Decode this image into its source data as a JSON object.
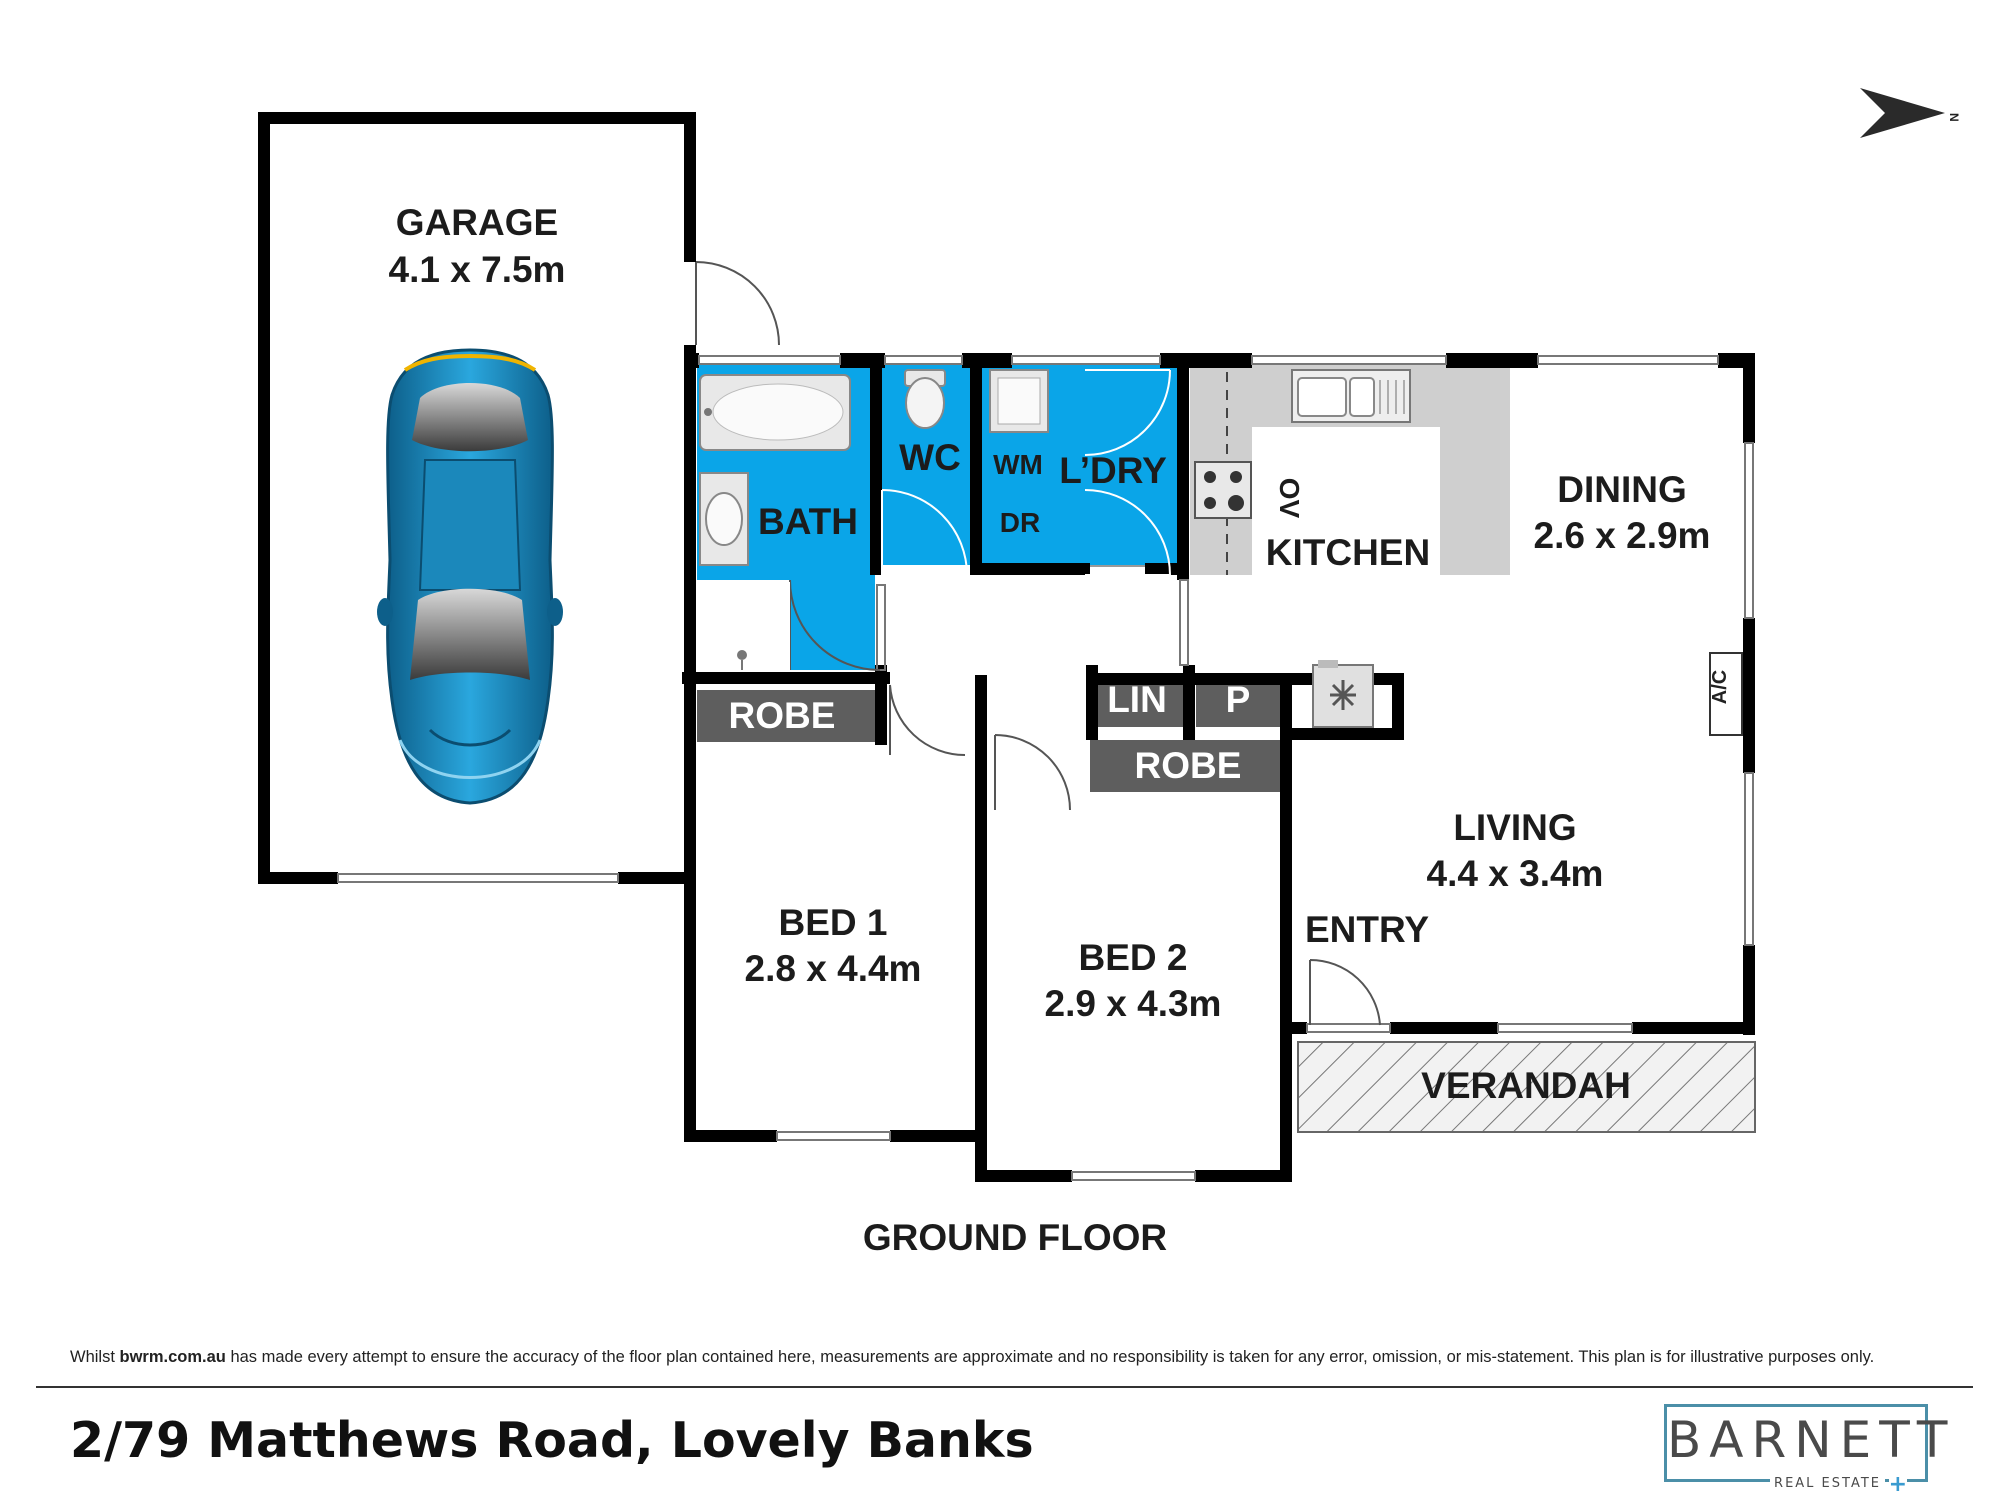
{
  "rooms": {
    "garage": {
      "name": "GARAGE",
      "size": "4.1 x 7.5m"
    },
    "bath": {
      "name": "BATH"
    },
    "wc": {
      "name": "WC"
    },
    "wm": {
      "name": "WM"
    },
    "dr": {
      "name": "DR"
    },
    "laundry": {
      "name": "L’DRY"
    },
    "kitchen": {
      "name": "KITCHEN"
    },
    "oven": {
      "name": "OV"
    },
    "dining": {
      "name": "DINING",
      "size": "2.6 x 2.9m"
    },
    "robe1": {
      "name": "ROBE"
    },
    "robe2": {
      "name": "ROBE"
    },
    "linen": {
      "name": "LIN"
    },
    "pantry": {
      "name": "P"
    },
    "ac": {
      "name": "A/C"
    },
    "living": {
      "name": "LIVING",
      "size": "4.4 x 3.4m"
    },
    "entry": {
      "name": "ENTRY"
    },
    "bed1": {
      "name": "BED 1",
      "size": "2.8 x 4.4m"
    },
    "bed2": {
      "name": "BED 2",
      "size": "2.9 x 4.3m"
    },
    "verandah": {
      "name": "VERANDAH"
    }
  },
  "floor_label": "GROUND FLOOR",
  "compass": {
    "label": "N"
  },
  "disclaimer": {
    "prefix": "Whilst ",
    "site": "bwrm.com.au",
    "text": " has made every attempt to ensure the accuracy of the floor plan contained here, measurements are approximate and no responsibility is taken for any error, omission, or mis-statement. This plan is for illustrative purposes only."
  },
  "address": "2/79 Matthews Road, Lovely Banks",
  "logo": {
    "name": "BARNETT",
    "tagline": "REAL ESTATE",
    "plus": "+"
  },
  "colors": {
    "wet_area": "#0aa5e8",
    "wall": "#000000",
    "cabinet_grey": "#cfcfcf",
    "robe_grey": "#5e5e5e",
    "car_blue": "#1a8fc4",
    "logo_border": "#4b8fa8",
    "logo_plus": "#3a9bd0"
  }
}
